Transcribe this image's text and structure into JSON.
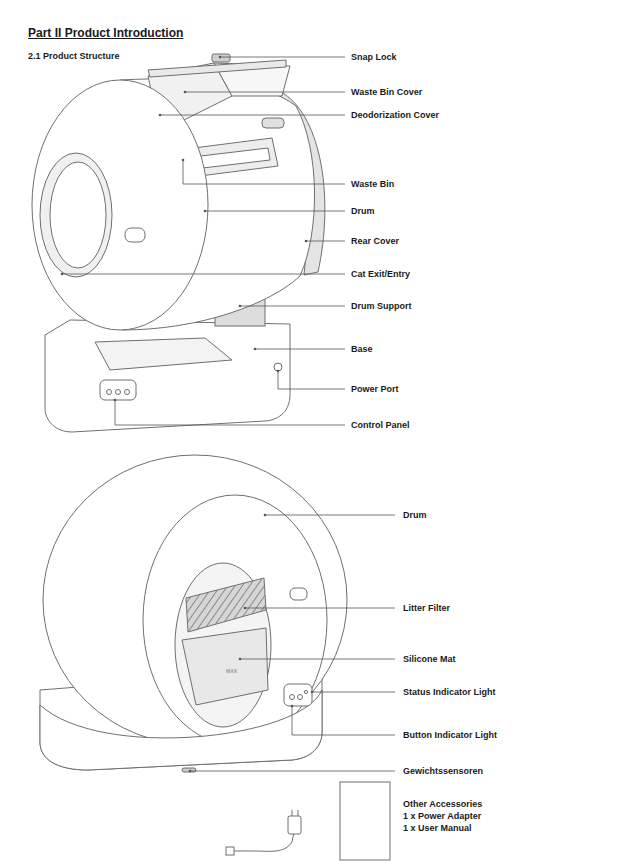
{
  "diagram": {
    "title": "Part II Product Introduction",
    "labels": [
      "2.1 Product Structure",
      "Snap Lock",
      "Waste Bin Cover",
      "Deodorization Cover",
      "Waste Bin",
      "Drum",
      "Rear Cover",
      "Cat Exit/Entry",
      "Drum Support",
      "Base",
      "Power Port",
      "Control Panel",
      "Drum",
      "MAX",
      "Litter Filter",
      "Silicone Mat",
      "Status Indicator Light",
      "Button Indicator Light",
      "Gewichtssensoren",
      "Other Accessories",
      "1 x Power Adapter",
      "1 x User Manual"
    ]
  }
}
